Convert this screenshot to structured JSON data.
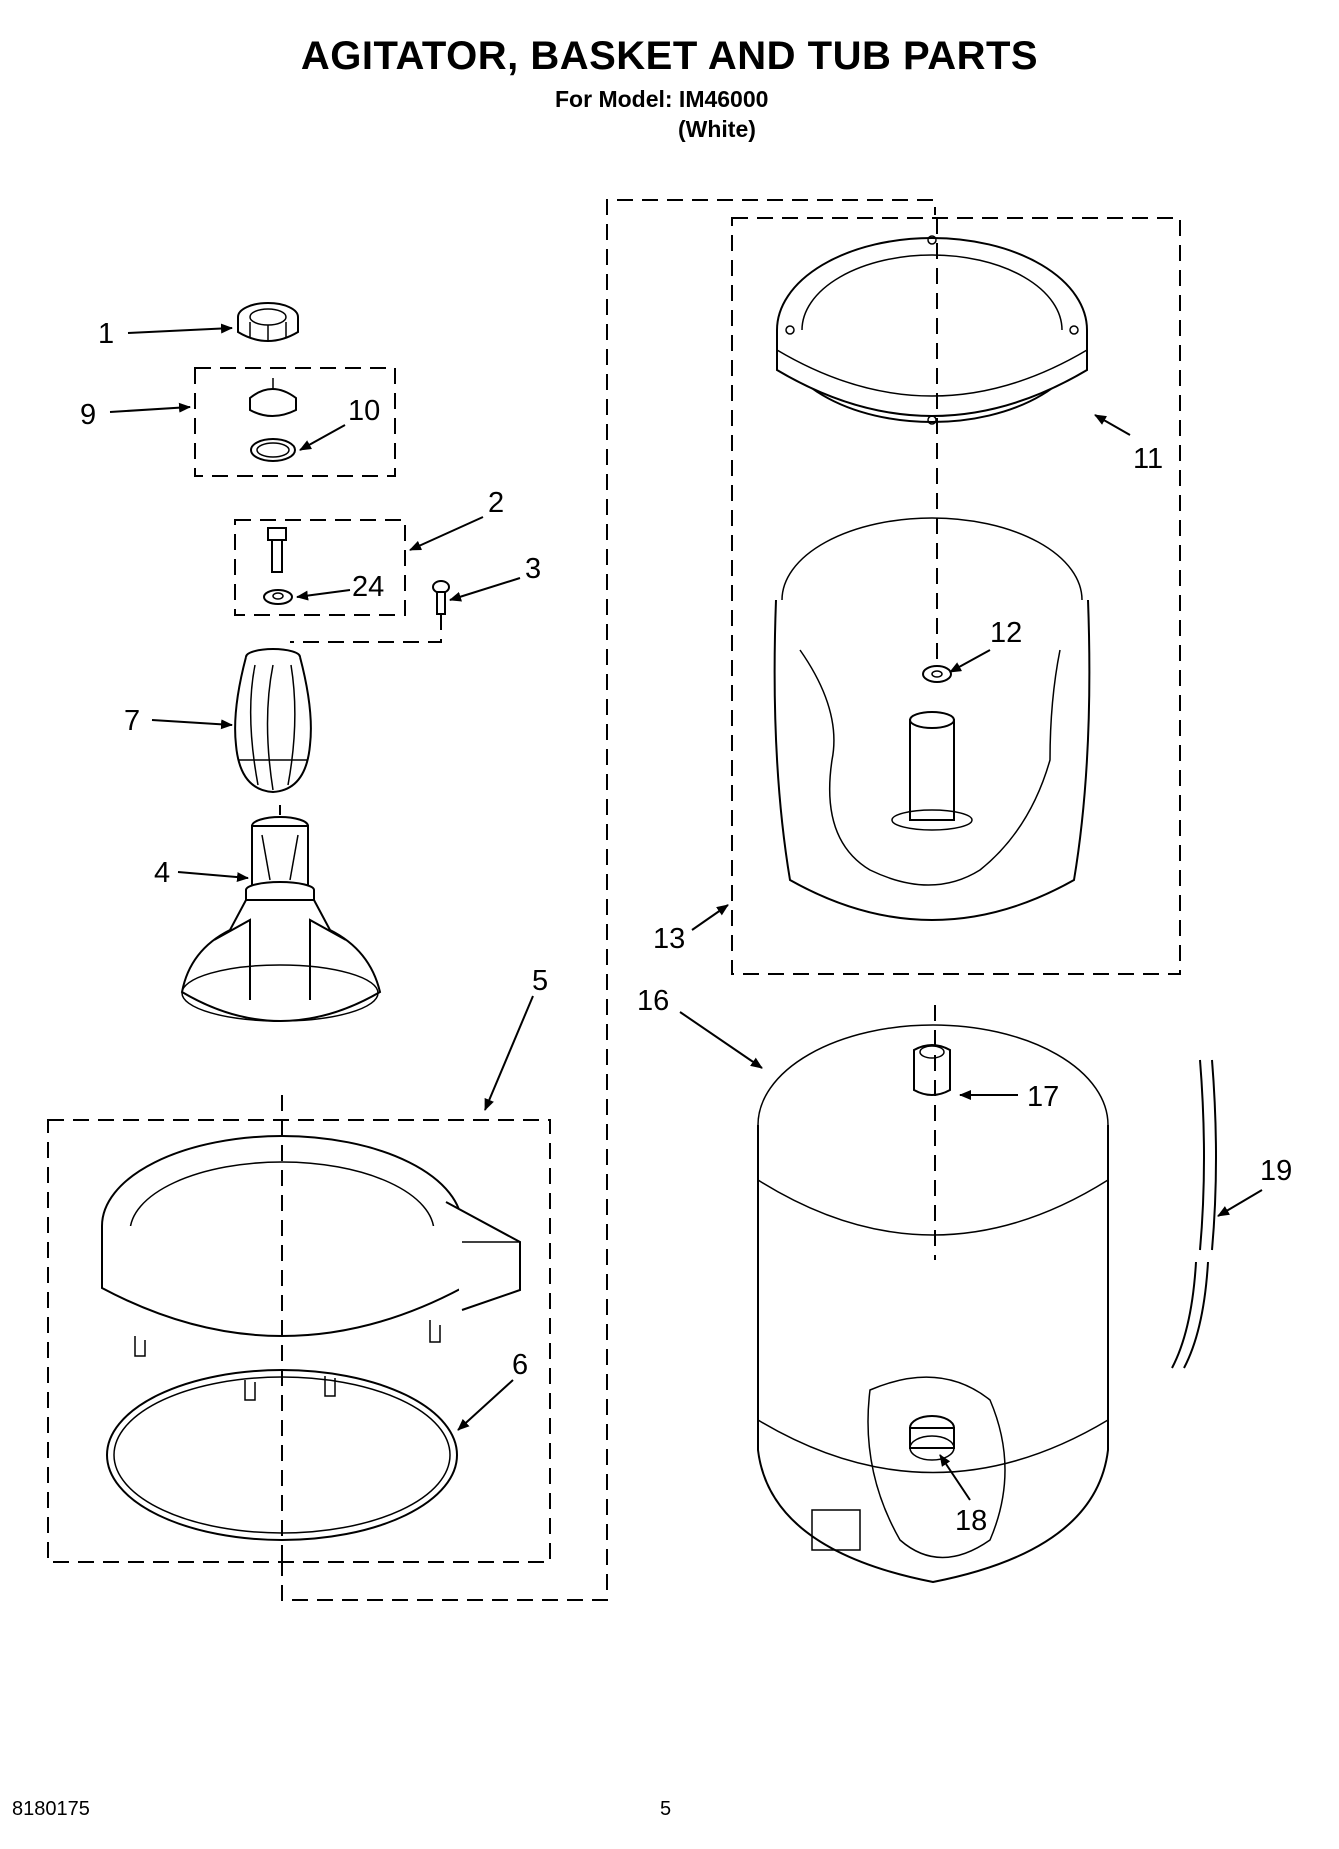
{
  "header": {
    "title": "AGITATOR, BASKET AND TUB PARTS",
    "model_line": "For Model: IM46000",
    "color_line": "(White)"
  },
  "callouts": {
    "c1": "1",
    "c2": "2",
    "c3": "3",
    "c4": "4",
    "c5": "5",
    "c6": "6",
    "c7": "7",
    "c9": "9",
    "c10": "10",
    "c11": "11",
    "c12": "12",
    "c13": "13",
    "c16": "16",
    "c17": "17",
    "c18": "18",
    "c19": "19",
    "c24": "24"
  },
  "footer": {
    "doc_number": "8180175",
    "page_number": "5"
  }
}
